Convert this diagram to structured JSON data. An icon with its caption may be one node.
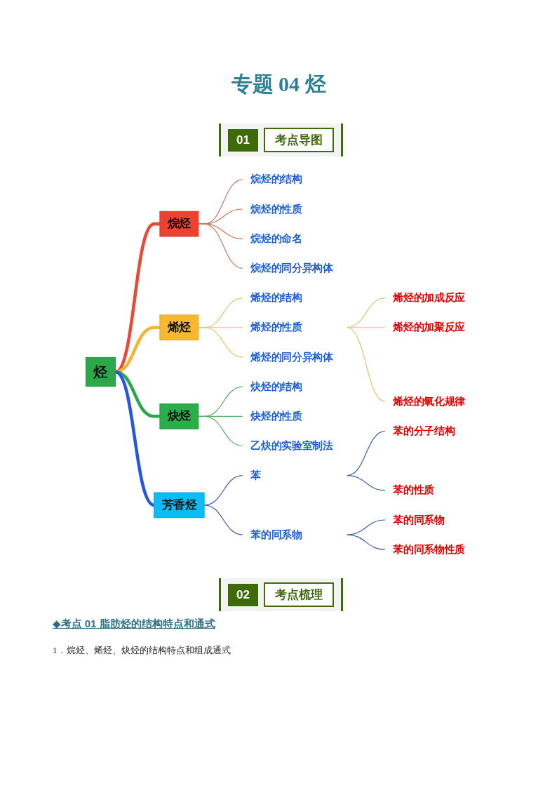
{
  "diagram": {
    "title": "专题 04 烃",
    "nodes": [
      {
        "text": [
          "烃"
        ]
      },
      {
        "text": [
          "烷烃"
        ]
      },
      {
        "text": [
          "烷烃的结构"
        ]
      },
      {
        "text": [
          "烷烃的性质"
        ]
      },
      {
        "text": [
          "烷烃的命名"
        ]
      },
      {
        "text": [
          "烷烃的同分异构体"
        ]
      },
      {
        "text": [
          "烯烃"
        ]
      },
      {
        "text": [
          "烯烃的结构"
        ]
      },
      {
        "text": [
          "烯烃的性质"
        ]
      },
      {
        "text": [
          "烯烃的加成反应"
        ]
      },
      {
        "text": [
          "烯烃的加聚反应"
        ]
      },
      {
        "text": [
          "烯烃的氧化规律"
        ]
      },
      {
        "text": [
          "烯烃的同分异构体"
        ]
      },
      {
        "text": [
          "炔烃"
        ]
      },
      {
        "text": [
          "炔烃的结构"
        ]
      },
      {
        "text": [
          "炔烃的性质"
        ]
      },
      {
        "text": [
          "乙炔的实验室制法"
        ]
      },
      {
        "text": [
          "芳香烃"
        ]
      },
      {
        "text": [
          "苯"
        ]
      },
      {
        "text": [
          "苯的分子结构"
        ]
      },
      {
        "text": [
          "苯的性质"
        ]
      },
      {
        "text": [
          "苯的同系物"
        ]
      },
      {
        "text": [
          "苯的同系物"
        ]
      },
      {
        "text": [
          "苯的同系物性质"
        ]
      }
    ],
    "edges": [
      {
        "from": 0,
        "to": 1,
        "arrow": "none",
        "style": "thick",
        "color": "#e84a3a"
      },
      {
        "from": 1,
        "to": 2,
        "arrow": "none",
        "color": "#c8705a"
      },
      {
        "from": 1,
        "to": 3,
        "arrow": "none",
        "color": "#c8705a"
      },
      {
        "from": 1,
        "to": 4,
        "arrow": "none",
        "color": "#c8705a"
      },
      {
        "from": 1,
        "to": 5,
        "arrow": "none",
        "color": "#c8705a"
      },
      {
        "from": 0,
        "to": 6,
        "arrow": "none",
        "style": "thick",
        "color": "#f2b632"
      },
      {
        "from": 6,
        "to": 7,
        "arrow": "none",
        "color": "#e8c06a"
      },
      {
        "from": 6,
        "to": 8,
        "arrow": "none",
        "color": "#e8c06a"
      },
      {
        "from": 8,
        "to": 9,
        "arrow": "none",
        "color": "#e8c06a"
      },
      {
        "from": 8,
        "to": 10,
        "arrow": "none",
        "color": "#e8c06a"
      },
      {
        "from": 8,
        "to": 11,
        "arrow": "none",
        "color": "#e8c06a"
      },
      {
        "from": 6,
        "to": 12,
        "arrow": "none",
        "color": "#e8c06a"
      },
      {
        "from": 0,
        "to": 13,
        "arrow": "none",
        "style": "thick",
        "color": "#2ba84a"
      },
      {
        "from": 13,
        "to": 14,
        "arrow": "none",
        "color": "#52b060"
      },
      {
        "from": 13,
        "to": 15,
        "arrow": "none",
        "color": "#52b060"
      },
      {
        "from": 13,
        "to": 16,
        "arrow": "none",
        "color": "#52b060"
      },
      {
        "from": 0,
        "to": 17,
        "arrow": "none",
        "style": "thick",
        "color": "#2458e0"
      },
      {
        "from": 17,
        "to": 18,
        "arrow": "none",
        "color": "#3b5ca8"
      },
      {
        "from": 18,
        "to": 19,
        "arrow": "none",
        "color": "#3b5ca8"
      },
      {
        "from": 18,
        "to": 20,
        "arrow": "none",
        "color": "#3b5ca8"
      },
      {
        "from": 17,
        "to": 21,
        "arrow": "none",
        "color": "#3b5ca8"
      },
      {
        "from": 21,
        "to": 22,
        "arrow": "none",
        "color": "#3b5ca8"
      },
      {
        "from": 21,
        "to": 23,
        "arrow": "none",
        "color": "#3b5ca8"
      }
    ],
    "labels": [
      "01",
      "考点导图",
      "02",
      "考点梳理",
      "◆考点 01 脂肪烃的结构特点和通式",
      "1．烷烃、烯烃、炔烃的结构特点和组成通式"
    ]
  }
}
